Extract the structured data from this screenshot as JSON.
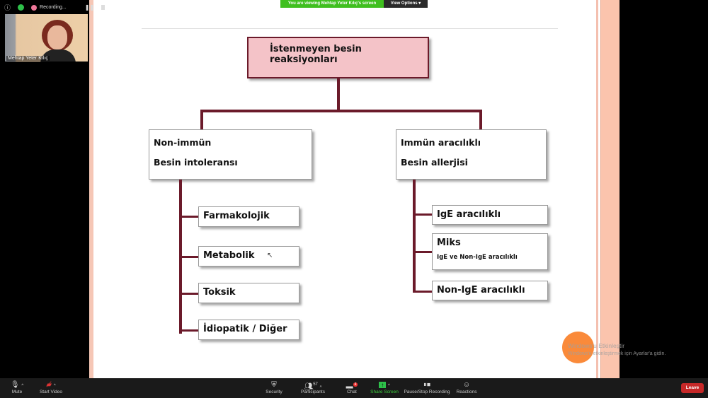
{
  "topbar": {
    "recording": "Recording...",
    "banner": "You are viewing Mehtap Yeter Kılıç's screen",
    "view_options": "View Options"
  },
  "video": {
    "name": "Mehtap Yeter Kılıç"
  },
  "diagram": {
    "root": "İstenmeyen besin reaksiyonları",
    "left": {
      "line1": "Non-immün",
      "line2": "Besin intoleransı",
      "items": [
        "Farmakolojik",
        "Metabolik",
        "Toksik",
        "İdiopatik / Diğer"
      ]
    },
    "right": {
      "line1": "Immün aracılıklı",
      "line2": "Besin allerjisi",
      "items": [
        {
          "title": "IgE aracılıklı"
        },
        {
          "title": "Miks",
          "sub": "IgE ve Non-IgE aracılıklı"
        },
        {
          "title": "Non-IgE aracılıklı"
        }
      ]
    }
  },
  "watermark": {
    "title": "Windows'u Etkinleştir",
    "sub": "Windows'u etkinleştirmek için Ayarlar'a gidin."
  },
  "toolbar": {
    "mute": "Mute",
    "video": "Start Video",
    "security": "Security",
    "participants": "Participants",
    "participants_count": "57",
    "chat": "Chat",
    "chat_badge": "4",
    "share": "Share Screen",
    "record": "Pause/Stop Recording",
    "reactions": "Reactions",
    "leave": "Leave"
  }
}
